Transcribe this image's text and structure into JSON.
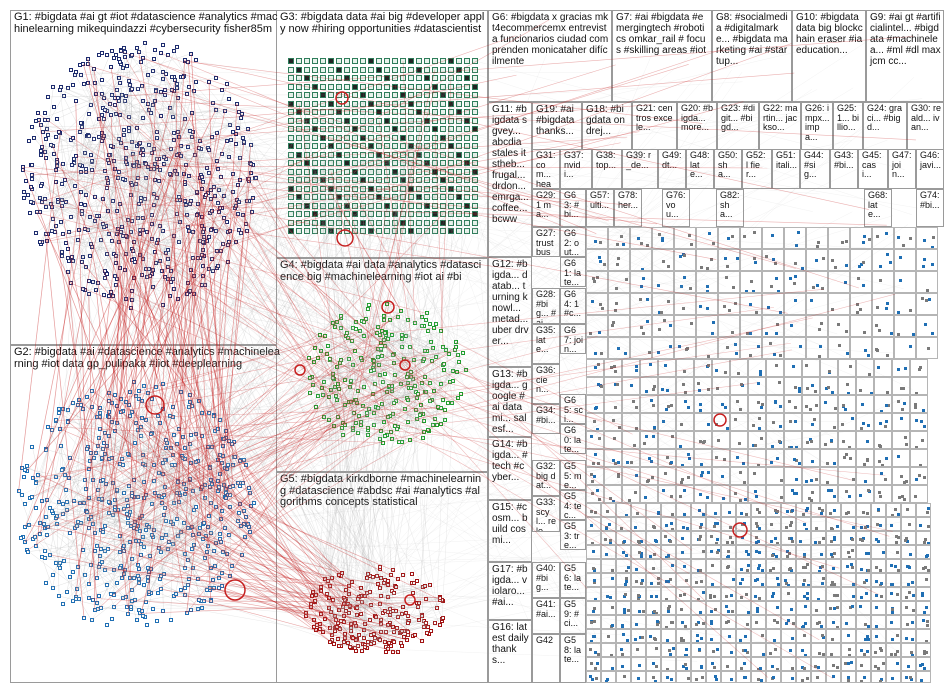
{
  "graph": {
    "colors": {
      "g1": "#1c2b6e",
      "g2": "#1f6fb4",
      "g3": "#2e7d5b",
      "g4": "#1a9e2a",
      "g5": "#a11212",
      "edge_red": "#c62020",
      "edge_gray": "#a9a9a9",
      "node_misc": "#7a7a7a"
    },
    "groups": [
      {
        "id": "G1",
        "label": "G1: #bigdata #ai gt #iot #datascience #analytics #machinelearning mikequindazzi #cybersecurity fisher85m"
      },
      {
        "id": "G2",
        "label": "G2: #bigdata #ai #datascience #analytics #machinelearning #iot data gp_pulipaka #iiot #deeplearning"
      },
      {
        "id": "G3",
        "label": "G3: #bigdata data #ai big #developer apply now #hiring opportunities #datascientist"
      },
      {
        "id": "G4",
        "label": "G4: #bigdata #ai data #analytics #datascience big #machinelearning #iot ai #bi"
      },
      {
        "id": "G5",
        "label": "G5: #bigdata kirkdborne #machinelearning #datascience #abdsc #ai #analytics #algorithms concepts statistical"
      },
      {
        "id": "G6",
        "label": "G6: #bigdata x gracias mkt4ecommercemx entrevista funcionarios ciudad comprenden monicataher difícilmente"
      },
      {
        "id": "G7",
        "label": "G7: #ai #bigdata #emergingtech #robotics omkar_rail # focus #skilling areas #iot"
      },
      {
        "id": "G8",
        "label": "G8: #socialmedia #digitalmarke... #bigdata marketing #ai #startup..."
      },
      {
        "id": "G10",
        "label": "G10: #bigdata data big blockchain eraser #ia education..."
      },
      {
        "id": "G9",
        "label": "G9: #ai gt #artificialintel... #bigdata #machinelea... #ml #dl maxjcm cc..."
      },
      {
        "id": "G11",
        "label": "G11: #bigdata sgvey... abcdia stales itstheb... frugal... drdon... emrga... coffee... bcww"
      },
      {
        "id": "G19",
        "label": "G19: #ai #bigdata thanks..."
      },
      {
        "id": "G18",
        "label": "G18: #bigdata ondrej..."
      },
      {
        "id": "G21",
        "label": "G21: centros excele..."
      },
      {
        "id": "G20",
        "label": "G20: #bigda... more..."
      },
      {
        "id": "G23",
        "label": "G23: #digit... #bigd..."
      },
      {
        "id": "G22",
        "label": "G22: martin... jackso..."
      },
      {
        "id": "G26",
        "label": "G26: impx... impa..."
      },
      {
        "id": "G25",
        "label": "G25: 1... billio..."
      },
      {
        "id": "G24",
        "label": "G24: graci... #bigd..."
      },
      {
        "id": "G30",
        "label": "G30: reald... ivan..."
      },
      {
        "id": "G31",
        "label": "G31: com... heal..."
      },
      {
        "id": "G37",
        "label": "G37: nvidi..."
      },
      {
        "id": "G38",
        "label": "G38: top..."
      },
      {
        "id": "G39",
        "label": "G39: r_de..."
      },
      {
        "id": "G49",
        "label": "G49: dt..."
      },
      {
        "id": "G48",
        "label": "G48: late..."
      },
      {
        "id": "G50",
        "label": "G50: sha..."
      },
      {
        "id": "G52",
        "label": "G52: l fier..."
      },
      {
        "id": "G51",
        "label": "G51: itali..."
      },
      {
        "id": "G44",
        "label": "G44: #sig..."
      },
      {
        "id": "G43",
        "label": "G43: #bi..."
      },
      {
        "id": "G45",
        "label": "G45: casi..."
      },
      {
        "id": "G47",
        "label": "G47: join..."
      },
      {
        "id": "G46",
        "label": "G46: javi..."
      },
      {
        "id": "G29",
        "label": "G29: 1 ma..."
      },
      {
        "id": "G63",
        "label": "G63: #bi..."
      },
      {
        "id": "G57",
        "label": "G57: ulti..."
      },
      {
        "id": "G78",
        "label": "G78: her..."
      },
      {
        "id": "G76",
        "label": "G76: vou..."
      },
      {
        "id": "G82",
        "label": "G82: sha..."
      },
      {
        "id": "G68",
        "label": "G68: late..."
      },
      {
        "id": "G74",
        "label": "G74: #bi..."
      },
      {
        "id": "G27",
        "label": "G27: trust busi..."
      },
      {
        "id": "G62",
        "label": "G62: out..."
      },
      {
        "id": "G12",
        "label": "G12: #bigda... datab... turning knowl... metad... uber drver..."
      },
      {
        "id": "G61",
        "label": "G61: late..."
      },
      {
        "id": "G28",
        "label": "G28: #big... #ai..."
      },
      {
        "id": "G64",
        "label": "G64: 1 #c..."
      },
      {
        "id": "G67",
        "label": "G67: join..."
      },
      {
        "id": "G35",
        "label": "G35: late..."
      },
      {
        "id": "G13",
        "label": "G13: #bigda... google #ai datami... salesf..."
      },
      {
        "id": "G36",
        "label": "G36: cien..."
      },
      {
        "id": "G65",
        "label": "G65: sci..."
      },
      {
        "id": "G34",
        "label": "G34: #bi..."
      },
      {
        "id": "G60",
        "label": "G60: late..."
      },
      {
        "id": "G14",
        "label": "G14: #bigda... #tech #cyber..."
      },
      {
        "id": "G55",
        "label": "G55: me..."
      },
      {
        "id": "G32",
        "label": "G32: big dat..."
      },
      {
        "id": "G15",
        "label": "G15: #cosm... build cosmi..."
      },
      {
        "id": "G54",
        "label": "G54: tec..."
      },
      {
        "id": "G33",
        "label": "G33: scyl... rele..."
      },
      {
        "id": "G53",
        "label": "G53: tre..."
      },
      {
        "id": "G17",
        "label": "G17: #bigda... violaro... #ai..."
      },
      {
        "id": "G40",
        "label": "G40: #big..."
      },
      {
        "id": "G56",
        "label": "G56: late..."
      },
      {
        "id": "G41",
        "label": "G41: #ai..."
      },
      {
        "id": "G59",
        "label": "G59: #ci..."
      },
      {
        "id": "G16",
        "label": "G16: latest daily thanks..."
      },
      {
        "id": "G42",
        "label": "G42"
      },
      {
        "id": "G58",
        "label": "G58: late..."
      }
    ]
  }
}
